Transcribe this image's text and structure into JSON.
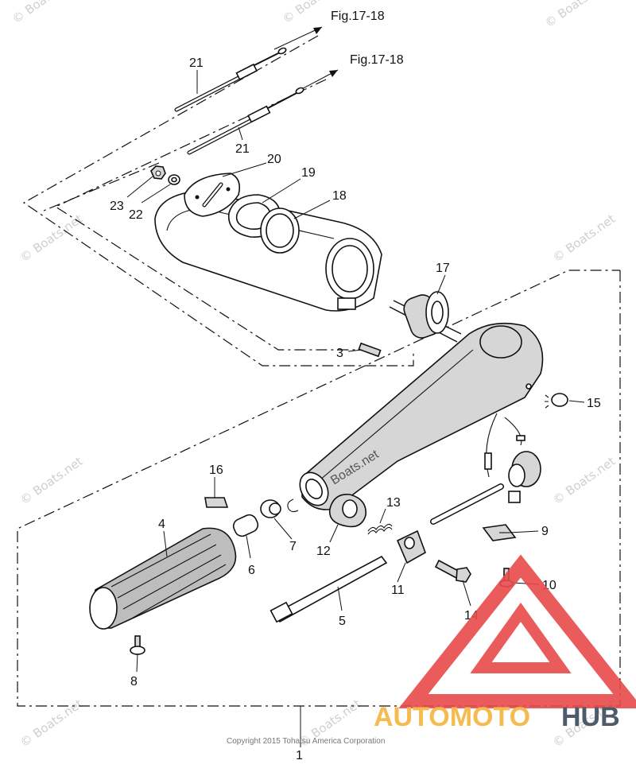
{
  "figure_refs": [
    "Fig.17-18",
    "Fig.17-18"
  ],
  "callouts": [
    "1",
    "3",
    "4",
    "5",
    "6",
    "7",
    "8",
    "9",
    "10",
    "11",
    "12",
    "13",
    "14",
    "15",
    "16",
    "17",
    "18",
    "19",
    "20",
    "21",
    "21",
    "22",
    "23"
  ],
  "watermark_text": "© Boats.net",
  "handle_imprint": "Boats.net",
  "copyright": "Copyright 2015 Tohatsu America Corporation",
  "logo": {
    "part1": "AUTOMOTO",
    "part2": "HUB",
    "color_accent": "#f5b43c",
    "color_dark": "#3a4a5a",
    "triangle_color": "#e84a4a"
  }
}
